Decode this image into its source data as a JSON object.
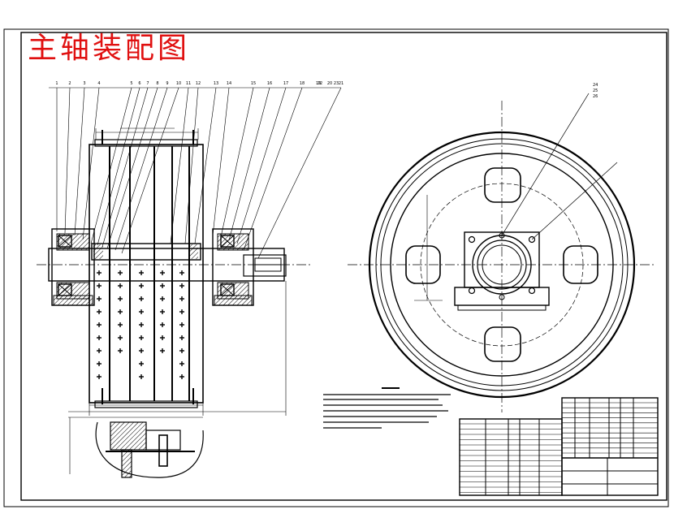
{
  "drawing": {
    "title": "主轴装配图",
    "title_color": "#e01010",
    "line_color": "#000000",
    "background": "#ffffff",
    "side_view_callouts": [
      "1",
      "2",
      "3",
      "4",
      "5",
      "6",
      "7",
      "8",
      "9",
      "10",
      "11",
      "12",
      "13",
      "14",
      "15",
      "16",
      "17",
      "18",
      "19",
      "20",
      "21",
      "22",
      "23"
    ],
    "end_view_callouts": [
      "24",
      "25",
      "26"
    ]
  }
}
